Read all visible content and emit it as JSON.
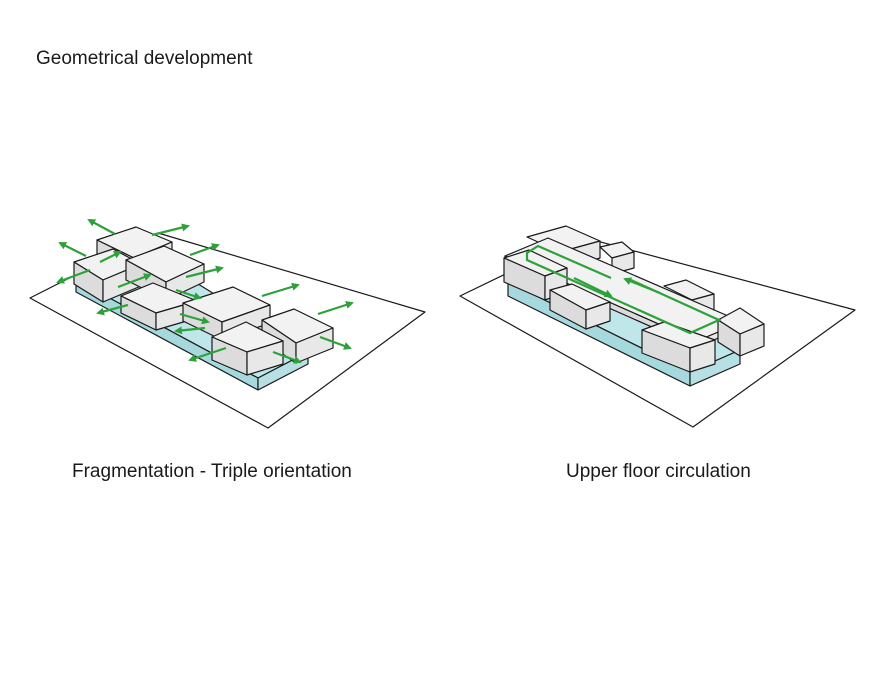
{
  "title": "Geometrical development",
  "diagrams": [
    {
      "caption": "Fragmentation - Triple orientation"
    },
    {
      "caption": "Upper floor circulation"
    }
  ],
  "colors": {
    "accent": "#2ea23a",
    "base": "#a6d9dd",
    "outline": "#1a1a1a"
  }
}
